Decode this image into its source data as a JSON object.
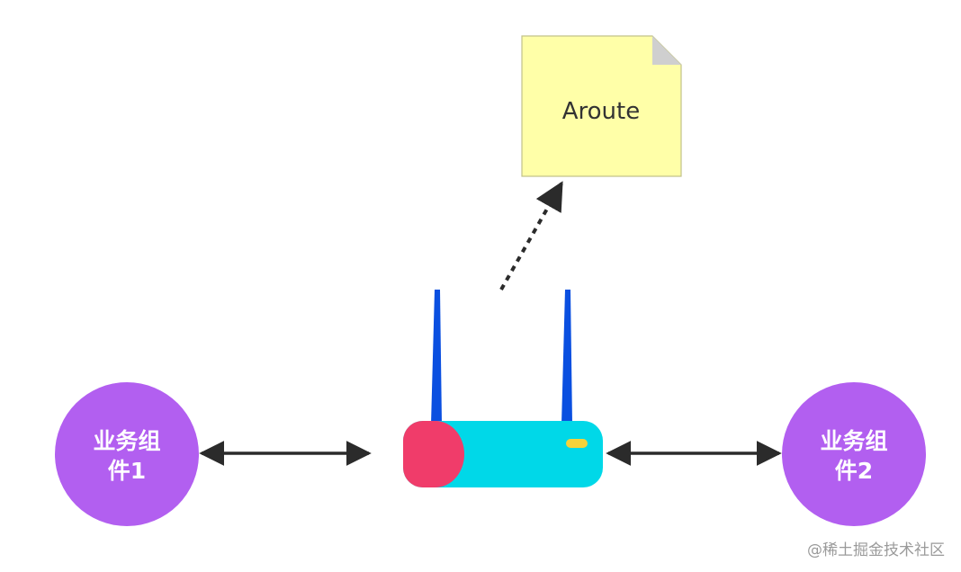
{
  "note": {
    "label": "Aroute",
    "fill": "#ffffa8",
    "fold_fill": "#cfcfcf"
  },
  "component_left": {
    "line1": "业务组",
    "line2": "件1",
    "fill": "#b25ff0"
  },
  "component_right": {
    "line1": "业务组",
    "line2": "件2",
    "fill": "#b25ff0"
  },
  "router": {
    "body_fill": "#00d8e8",
    "cap_fill": "#f03c6a",
    "led_fill": "#f5d23a",
    "antenna_fill": "#0a4fe0"
  },
  "arrows": {
    "color": "#2b2b2b"
  },
  "watermark": "@稀土掘金技术社区"
}
